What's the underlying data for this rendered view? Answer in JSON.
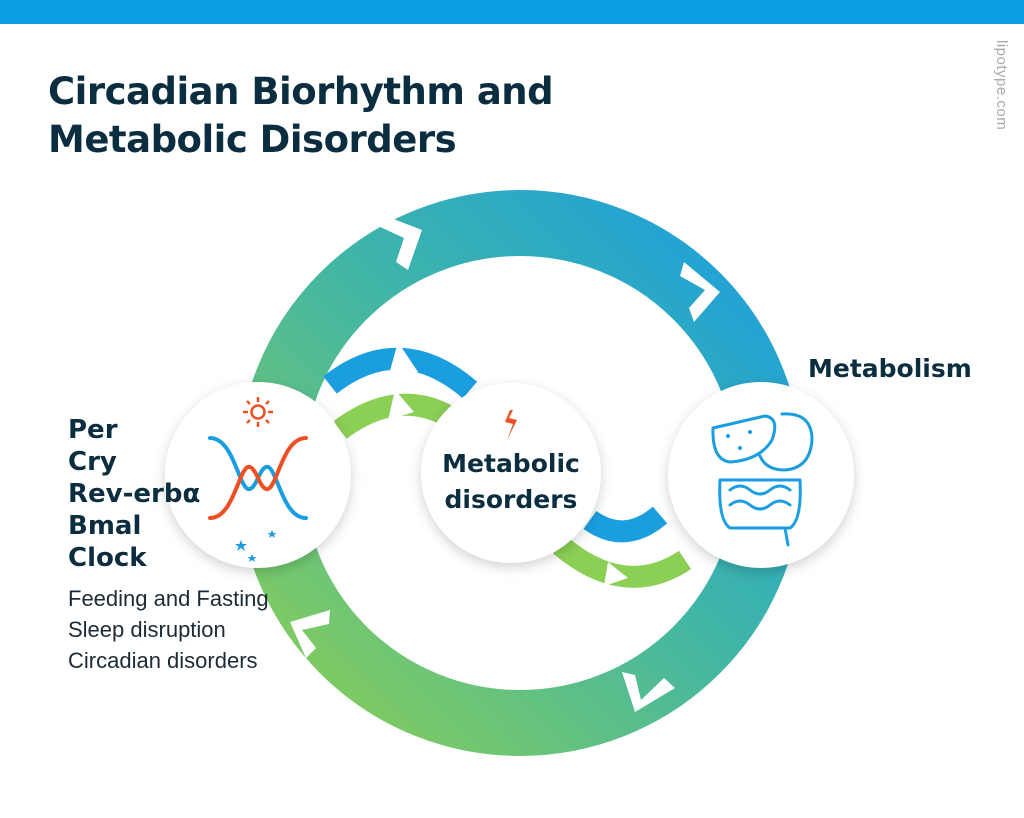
{
  "title": {
    "line1": "Circadian Biorhythm and",
    "line2": "Metabolic Disorders"
  },
  "watermark": "lipotype.com",
  "genes": [
    "Per",
    "Cry",
    "Rev-erbα",
    "Bmal",
    "Clock"
  ],
  "factors": [
    "Feeding and Fasting",
    "Sleep disruption",
    "Circadian disorders"
  ],
  "center_label": {
    "line1": "Metabolic",
    "line2": "disorders"
  },
  "metabolism_label": "Metabolism",
  "icons": [
    "sun-icon",
    "moon-icon",
    "star-icon",
    "wave-icon",
    "lightning-icon",
    "liver-icon",
    "stomach-icon",
    "intestine-icon"
  ],
  "colors": {
    "top_bar": "#0a9ee0",
    "blue": "#1a9ee0",
    "teal": "#3fb5a8",
    "green": "#8bcf55",
    "orange": "#ef5023",
    "dark_text": "#0b2d40"
  }
}
